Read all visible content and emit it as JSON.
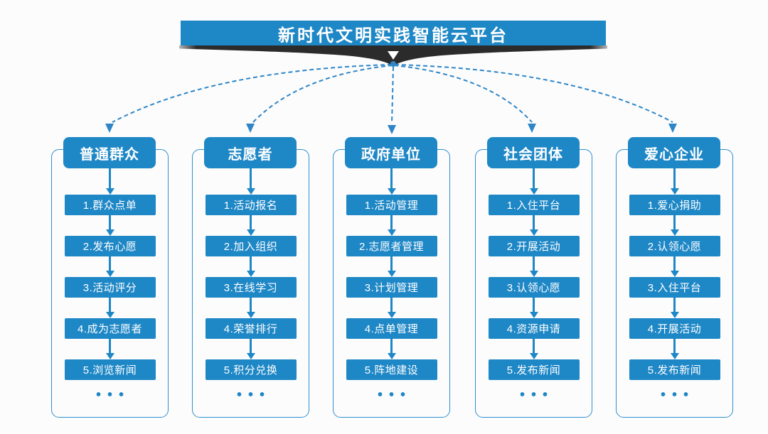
{
  "banner": {
    "title": "新时代文明实践智能云平台"
  },
  "colors": {
    "primary_blue": "#1e87c6",
    "frame_border_blue": "#2e8fd0",
    "dashed_connector_blue": "#2e86c8",
    "swoosh_dark": "#2b2b2b",
    "background": "#fcfcfc",
    "text_on_blue": "#ffffff"
  },
  "columns": [
    {
      "header": "普通群众",
      "steps": [
        "1.群众点单",
        "2.发布心愿",
        "3.活动评分",
        "4.成为志愿者",
        "5.浏览新闻"
      ],
      "more": "•••"
    },
    {
      "header": "志愿者",
      "steps": [
        "1.活动报名",
        "2.加入组织",
        "3.在线学习",
        "4.荣誉排行",
        "5.积分兑换"
      ],
      "more": "•••"
    },
    {
      "header": "政府单位",
      "steps": [
        "1.活动管理",
        "2.志愿者管理",
        "3.计划管理",
        "4.点单管理",
        "5.阵地建设"
      ],
      "more": "•••"
    },
    {
      "header": "社会团体",
      "steps": [
        "1.入住平台",
        "2.开展活动",
        "3.认领心愿",
        "4.资源申请",
        "5.发布新闻"
      ],
      "more": "•••"
    },
    {
      "header": "爱心企业",
      "steps": [
        "1.爱心捐助",
        "2.认领心愿",
        "3.入住平台",
        "4.开展活动",
        "5.发布新闻"
      ],
      "more": "•••"
    }
  ]
}
